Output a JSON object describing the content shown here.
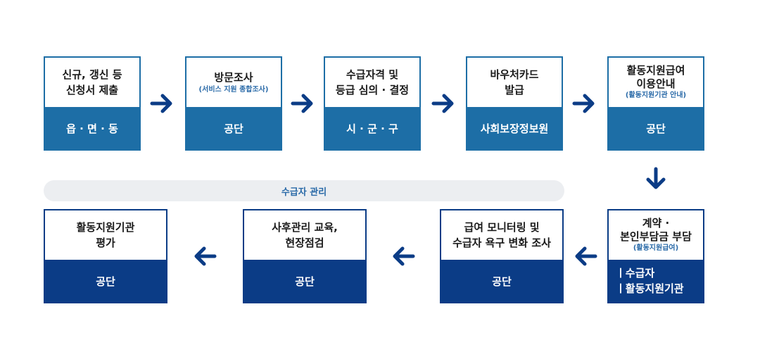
{
  "row1": [
    {
      "top_lines": [
        "신규, 갱신 등",
        "신청서 제출"
      ],
      "sub": "",
      "bottom": "읍 · 면 · 동"
    },
    {
      "top_lines": [
        "방문조사"
      ],
      "sub": "(서비스 지원 종합조사)",
      "bottom": "공단"
    },
    {
      "top_lines": [
        "수급자격 및",
        "등급 심의 · 결정"
      ],
      "sub": "",
      "bottom": "시 · 군 · 구"
    },
    {
      "top_lines": [
        "바우처카드",
        "발급"
      ],
      "sub": "",
      "bottom": "사회보장정보원"
    },
    {
      "top_lines": [
        "활동지원급여",
        "이용안내"
      ],
      "sub": "(활동지원기관 안내)",
      "bottom": "공단"
    }
  ],
  "management_label": "수급자 관리",
  "row2": [
    {
      "top_lines": [
        "계약 ·",
        "본인부담금 부담"
      ],
      "sub": "(활동지원급여)",
      "bottom_lines": [
        "ㅣ수급자",
        "ㅣ활동지원기관"
      ]
    },
    {
      "top_lines": [
        "급여 모니터링 및",
        "수급자 욕구 변화 조사"
      ],
      "sub": "",
      "bottom": "공단"
    },
    {
      "top_lines": [
        "사후관리 교육,",
        "현장점검"
      ],
      "sub": "",
      "bottom": "공단"
    },
    {
      "top_lines": [
        "활동지원기관",
        "평가"
      ],
      "sub": "",
      "bottom": "공단"
    }
  ],
  "colors": {
    "row1": "#1d6ea6",
    "row2": "#0b3c86",
    "arrow": "#0b3c86"
  }
}
